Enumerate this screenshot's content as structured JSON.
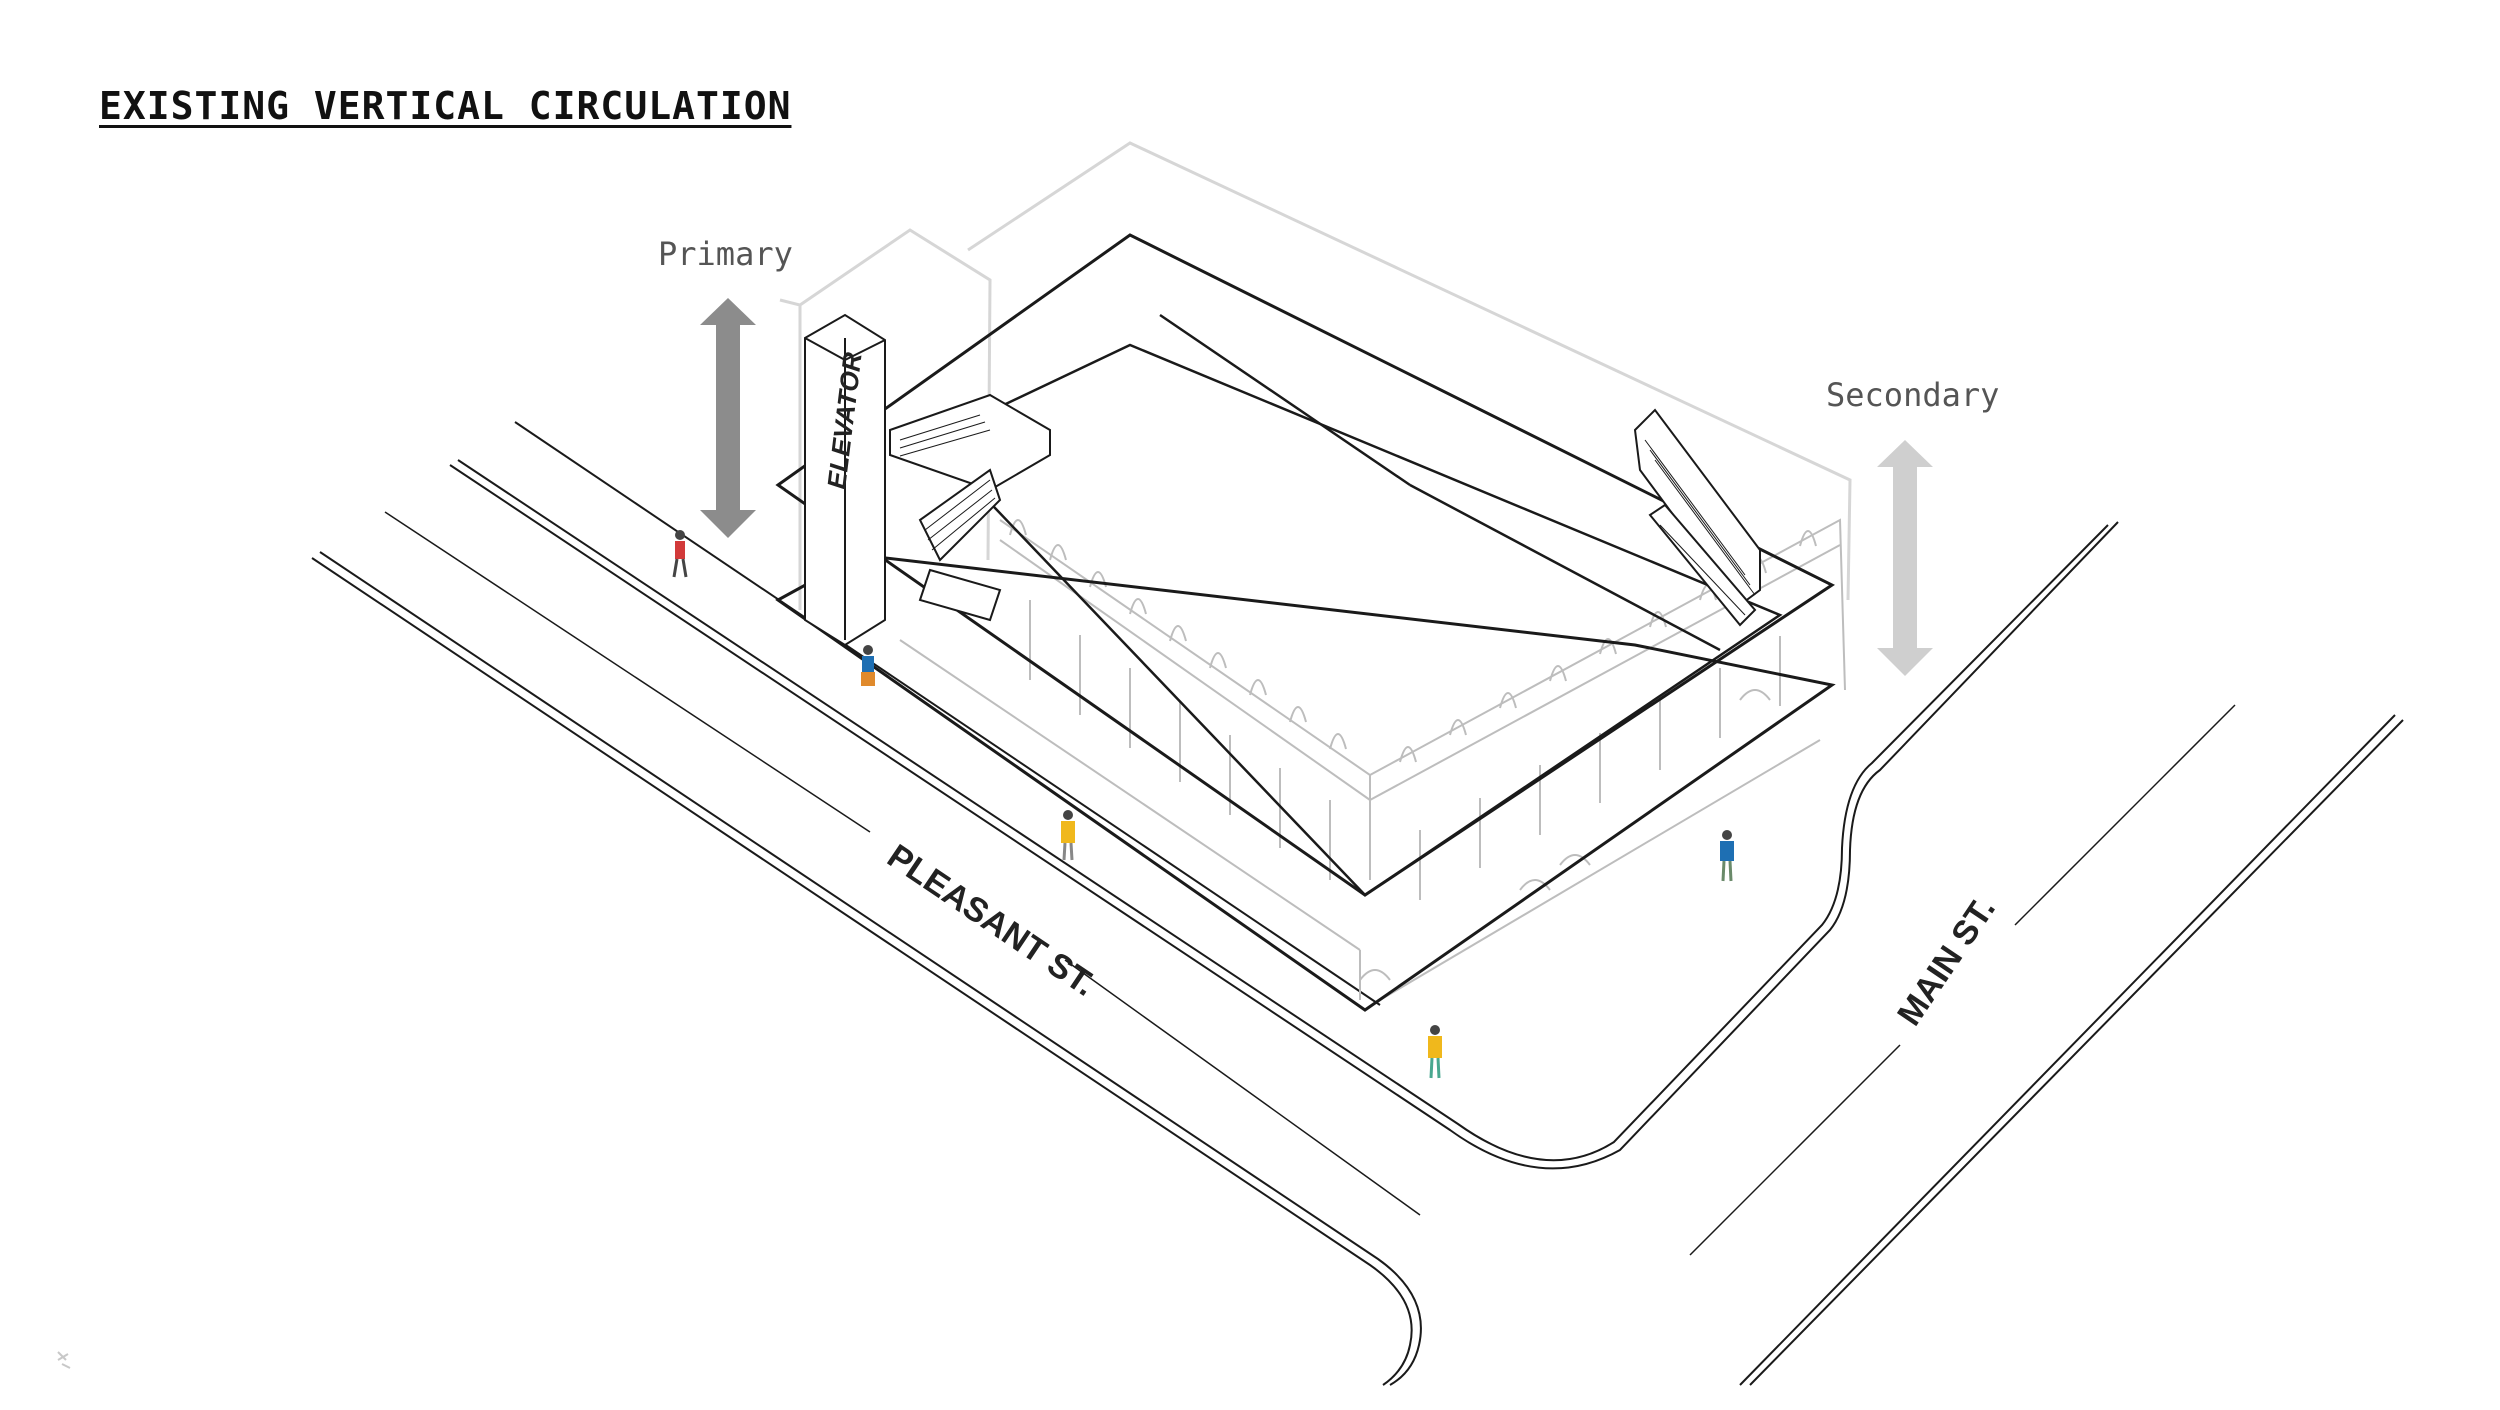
{
  "title": "EXISTING VERTICAL CIRCULATION",
  "labels": {
    "primary": "Primary",
    "secondary": "Secondary",
    "elevator": "ELEVATOR",
    "pleasant_st": "PLEASANT ST.",
    "main_st": "MAIN ST."
  },
  "colors": {
    "primary_arrow": "#8c8c8c",
    "secondary_arrow": "#cfcfcf",
    "line": "#1a1a1a",
    "ghost": "#d6d6d6"
  },
  "icons": [
    "corner-mark-icon"
  ]
}
